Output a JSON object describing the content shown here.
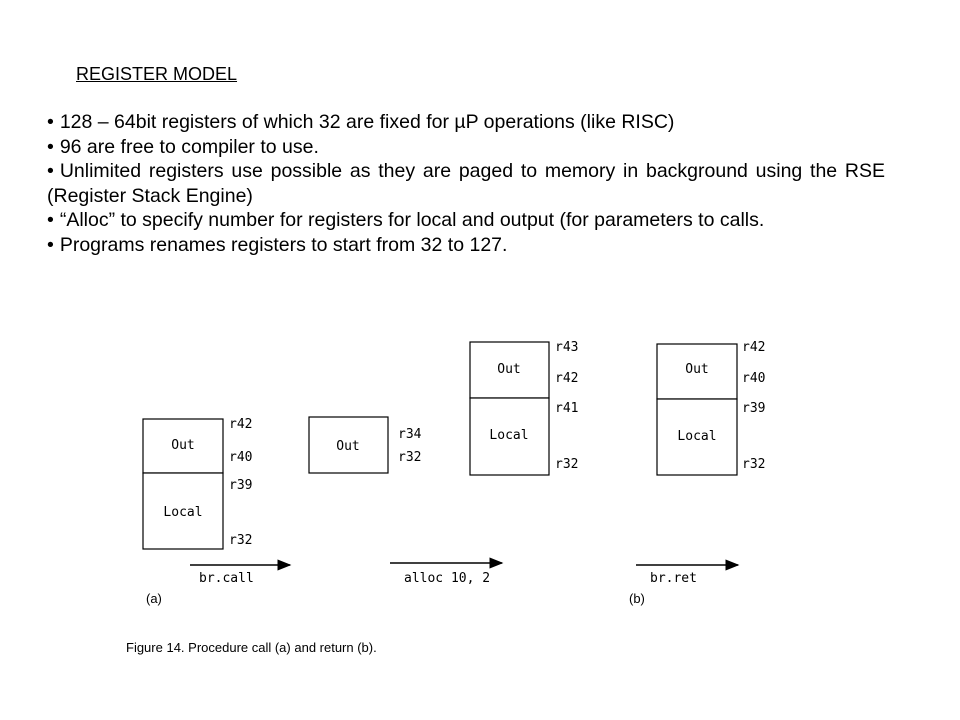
{
  "heading": "REGISTER MODEL",
  "bullets": [
    "128 – 64bit registers of which 32 are fixed for µP operations (like RISC)",
    "96 are free to compiler to use.",
    "Unlimited registers use possible as they are paged to memory in background using the RSE (Register Stack Engine)",
    "“Alloc” to specify number for registers for local and output (for parameters to calls.",
    "Programs renames registers  to start from 32 to 127."
  ],
  "diagram": {
    "frame1": {
      "out": "Out",
      "local": "Local",
      "labels": [
        "r42",
        "r40",
        "r39",
        "r32"
      ]
    },
    "frame2": {
      "out": "Out",
      "labels": [
        "r34",
        "r32"
      ]
    },
    "frame3": {
      "out": "Out",
      "local": "Local",
      "labels": [
        "r43",
        "r42",
        "r41",
        "r32"
      ]
    },
    "frame4": {
      "out": "Out",
      "local": "Local",
      "labels": [
        "r42",
        "r40",
        "r39",
        "r32"
      ]
    },
    "arrows": [
      "br.call",
      "alloc 10, 2",
      "br.ret"
    ],
    "parts": [
      "(a)",
      "(b)"
    ],
    "caption": "Figure 14. Procedure call (a) and return (b)."
  }
}
